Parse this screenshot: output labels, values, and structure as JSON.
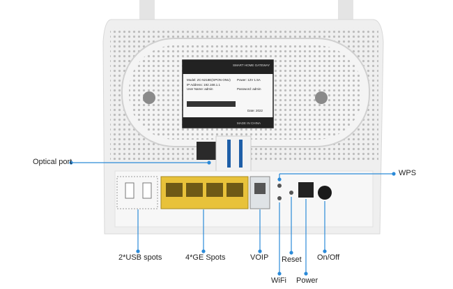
{
  "callouts": {
    "optical_port": "Optical port",
    "wps": "WPS",
    "usb": "2*USB spots",
    "ge": "4*GE Spots",
    "voip": "VOIP",
    "wifi": "WiFi",
    "reset": "Reset",
    "power": "Power",
    "onoff": "On/Off"
  },
  "sticker": {
    "brand_line": "SMART HOME GATEWAY",
    "model": "Model: ZC-5218E(GPON ONU)",
    "power": "Power: 12V 1.5A",
    "ip": "IP Address: 192.168.1.1",
    "user": "User Name: admin",
    "password": "Password: admin",
    "made_in": "MADE IN CHINA",
    "date": "Date: 2022"
  },
  "colors": {
    "callout": "#2b8ad8",
    "body": "#eeeeee",
    "port_ge": "#e8c23a"
  }
}
